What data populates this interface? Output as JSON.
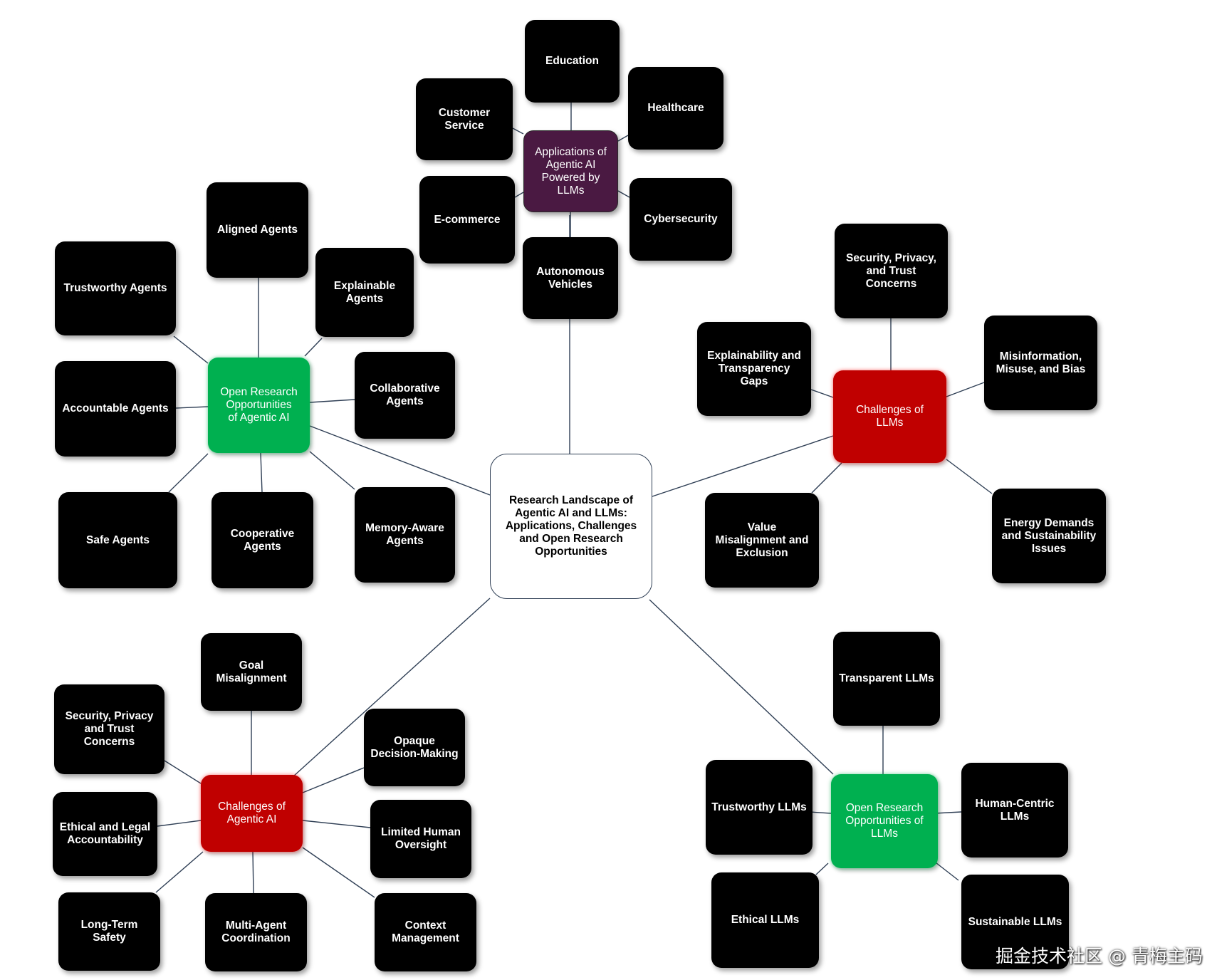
{
  "center": "Research Landscape of\nAgentic AI and LLMs:\nApplications, Challenges\nand Open Research\nOpportunities",
  "hubs": {
    "applications": "Applications of\nAgentic AI\nPowered by\nLLMs",
    "open_agentic": "Open Research\nOpportunities\nof Agentic AI",
    "challenges_llms": "Challenges of\nLLMs",
    "challenges_agentic": "Challenges of\nAgentic AI",
    "open_llms": "Open Research\nOpportunities  of\nLLMs"
  },
  "applications": {
    "education": "Education",
    "customer_service": "Customer\nService",
    "healthcare": "Healthcare",
    "ecommerce": "E-commerce",
    "cybersecurity": "Cybersecurity",
    "autonomous_vehicles": "Autonomous\nVehicles"
  },
  "open_agentic": {
    "aligned": "Aligned Agents",
    "trustworthy": "Trustworthy Agents",
    "explainable": "Explainable\nAgents",
    "collaborative": "Collaborative\nAgents",
    "accountable": "Accountable Agents",
    "safe": "Safe Agents",
    "cooperative": "Cooperative\nAgents",
    "memory_aware": "Memory-Aware\nAgents"
  },
  "challenges_llms": {
    "security": "Security, Privacy,\nand Trust\nConcerns",
    "explainability": "Explainability and\nTransparency\nGaps",
    "misinformation": "Misinformation,\nMisuse, and Bias",
    "value_misalignment": "Value\nMisalignment and\nExclusion",
    "energy": "Energy Demands\nand Sustainability\nIssues"
  },
  "challenges_agentic": {
    "goal_misalignment": "Goal\nMisalignment",
    "security": "Security, Privacy\nand Trust\nConcerns",
    "opaque": "Opaque\nDecision-Making",
    "ethical_legal": "Ethical and Legal\nAccountability",
    "human_oversight": "Limited Human\nOversight",
    "long_term": "Long-Term\nSafety",
    "multi_agent": "Multi-Agent\nCoordination",
    "context": "Context\nManagement"
  },
  "open_llms": {
    "transparent": "Transparent LLMs",
    "trustworthy": "Trustworthy LLMs",
    "human_centric": "Human-Centric\nLLMs",
    "ethical": "Ethical LLMs",
    "sustainable": "Sustainable LLMs"
  },
  "watermark": "掘金技术社区 @ 青梅主码",
  "colors": {
    "leaf": "#000000",
    "open_research": "#00b050",
    "challenges": "#c00000",
    "applications": "#4a1942",
    "connector": "#2f3f55"
  }
}
